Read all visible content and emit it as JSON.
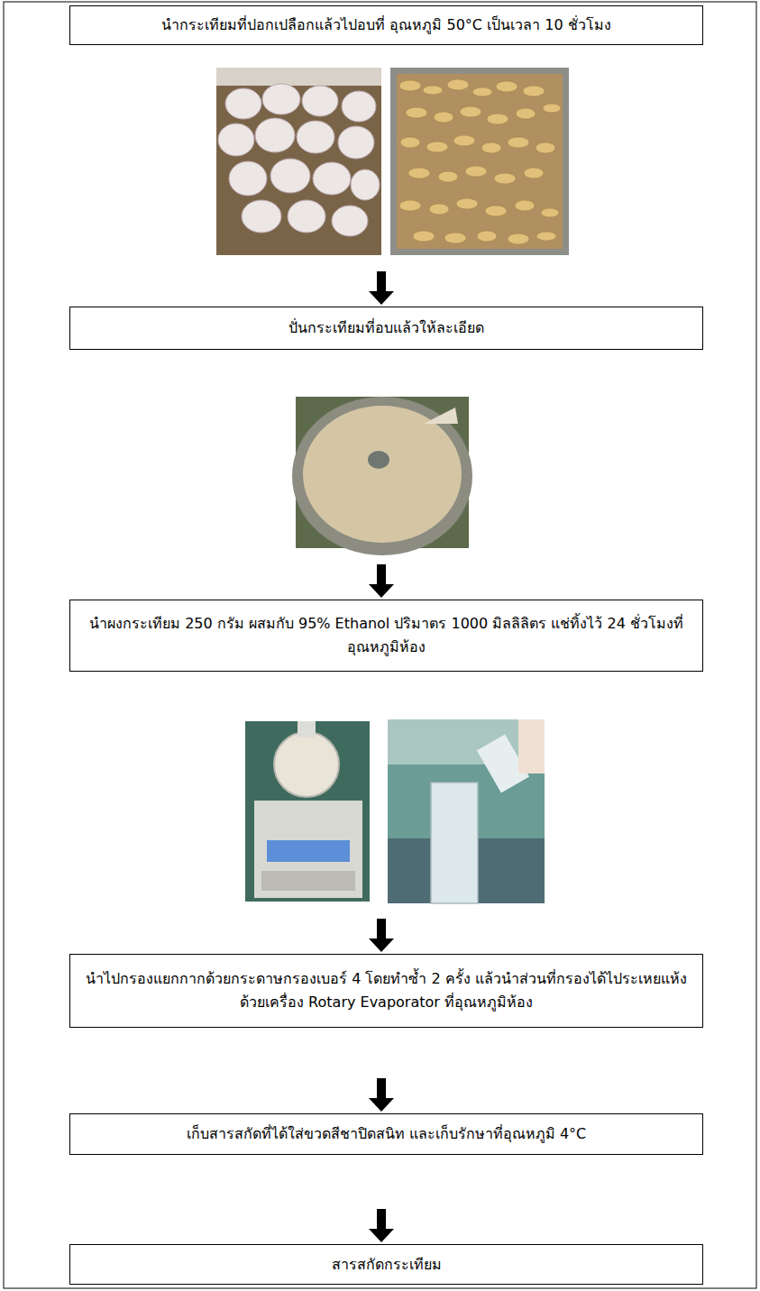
{
  "diagram": {
    "nodes": [
      {
        "text": [
          "นำกระเทียมที่ปอกเปลือกแล้วไปอบที่ อุณหภูมิ 50°C เป็นเวลา 10 ชั่วโมง"
        ]
      },
      {
        "text": [
          "ปั่นกระเทียมที่อบแล้วให้ละเอียด"
        ]
      },
      {
        "text": [
          "นำผงกระเทียม 250 กรัม ผสมกับ 95% Ethanol ปริมาตร 1000 มิลลิลิตร แช่ทิ้งไว้ 24 ชั่วโมงที่อุณหภูมิห้อง"
        ]
      },
      {
        "text": [
          "นำไปกรองแยกกากด้วยกระดาษกรองเบอร์ 4 โดยทำซ้ำ 2 ครั้ง แล้วนำส่วนที่กรองได้ไประเหยแห้งด้วยเครื่อง Rotary Evaporator ที่อุณหภูมิห้อง"
        ]
      },
      {
        "text": [
          "เก็บสารสกัดที่ได้ใส่ขวดสีชาปิดสนิท และเก็บรักษาที่อุณหภูมิ 4°C"
        ]
      },
      {
        "text": [
          "สารสกัดกระเทียม"
        ]
      }
    ],
    "edges": [
      {
        "from": 0,
        "to": 1,
        "arrow": "to"
      },
      {
        "from": 1,
        "to": 2,
        "arrow": "to"
      },
      {
        "from": 2,
        "to": 3,
        "arrow": "to"
      },
      {
        "from": 3,
        "to": 4,
        "arrow": "to"
      },
      {
        "from": 4,
        "to": 5,
        "arrow": "to"
      }
    ]
  }
}
